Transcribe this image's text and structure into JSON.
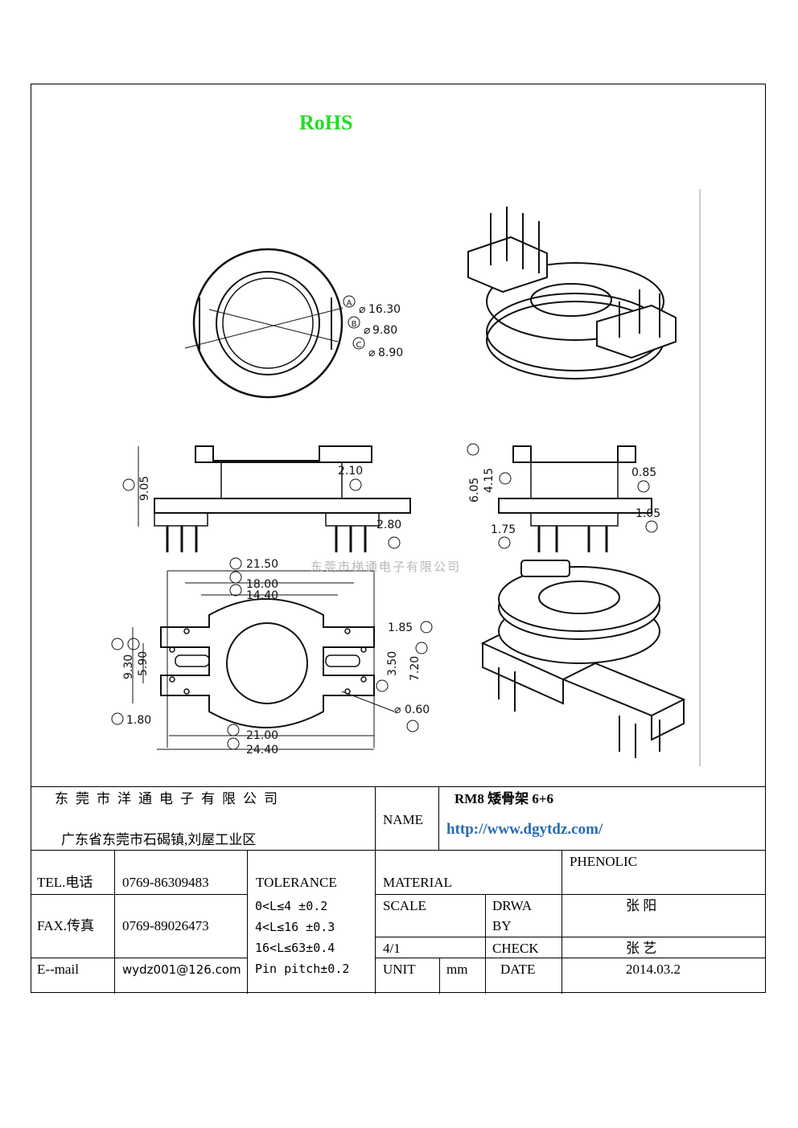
{
  "header": {
    "rohs": "RoHS"
  },
  "watermark": "东莞市梯通电子有限公司",
  "dimensions": {
    "A": "16.30",
    "B": "9.80",
    "C": "8.90",
    "D": "9.05",
    "E": "2.10",
    "F": "2.80",
    "G": "6.05",
    "H": "4.15",
    "I": "0.85",
    "J": "1.05",
    "K": "1.75",
    "L": "9.30",
    "M": "5.90",
    "N": "21.50",
    "O": "18.00",
    "P": "14.40",
    "Q": "1.85",
    "R": "7.20",
    "S": "3.50",
    "T": "1.80",
    "U": "21.00",
    "V": "24.40",
    "W": "0.60"
  },
  "title_block": {
    "company": "东莞市洋通电子有限公司",
    "address": "广东省东莞市石碣镇,刘屋工业区",
    "name_label": "NAME",
    "product_name": "RM8  矮骨架  6+6",
    "url": "http://www.dgytdz.com/",
    "tel_label": "TEL.电话",
    "tel": "0769-86309483",
    "tolerance_label": "TOLERANCE",
    "material_label": "MATERIAL",
    "material": "PHENOLIC",
    "fax_label": "FAX.传真",
    "fax": "0769-89026473",
    "tolerances": [
      "0<L≤4  ±0.2",
      "4<L≤16 ±0.3",
      "16<L≤63±0.4",
      "Pin pitch±0.2"
    ],
    "scale_label": "SCALE",
    "scale": "4/1",
    "drawn_by_label_1": "DRWA",
    "drawn_by_label_2": "BY",
    "drawn_by": "张  阳",
    "check_label": "CHECK",
    "checked_by": "张  艺",
    "email_label": "E--mail",
    "email": "wydz001@126.com",
    "unit_label": "UNIT",
    "unit": "mm",
    "date_label": "DATE",
    "date": "2014.03.2"
  }
}
